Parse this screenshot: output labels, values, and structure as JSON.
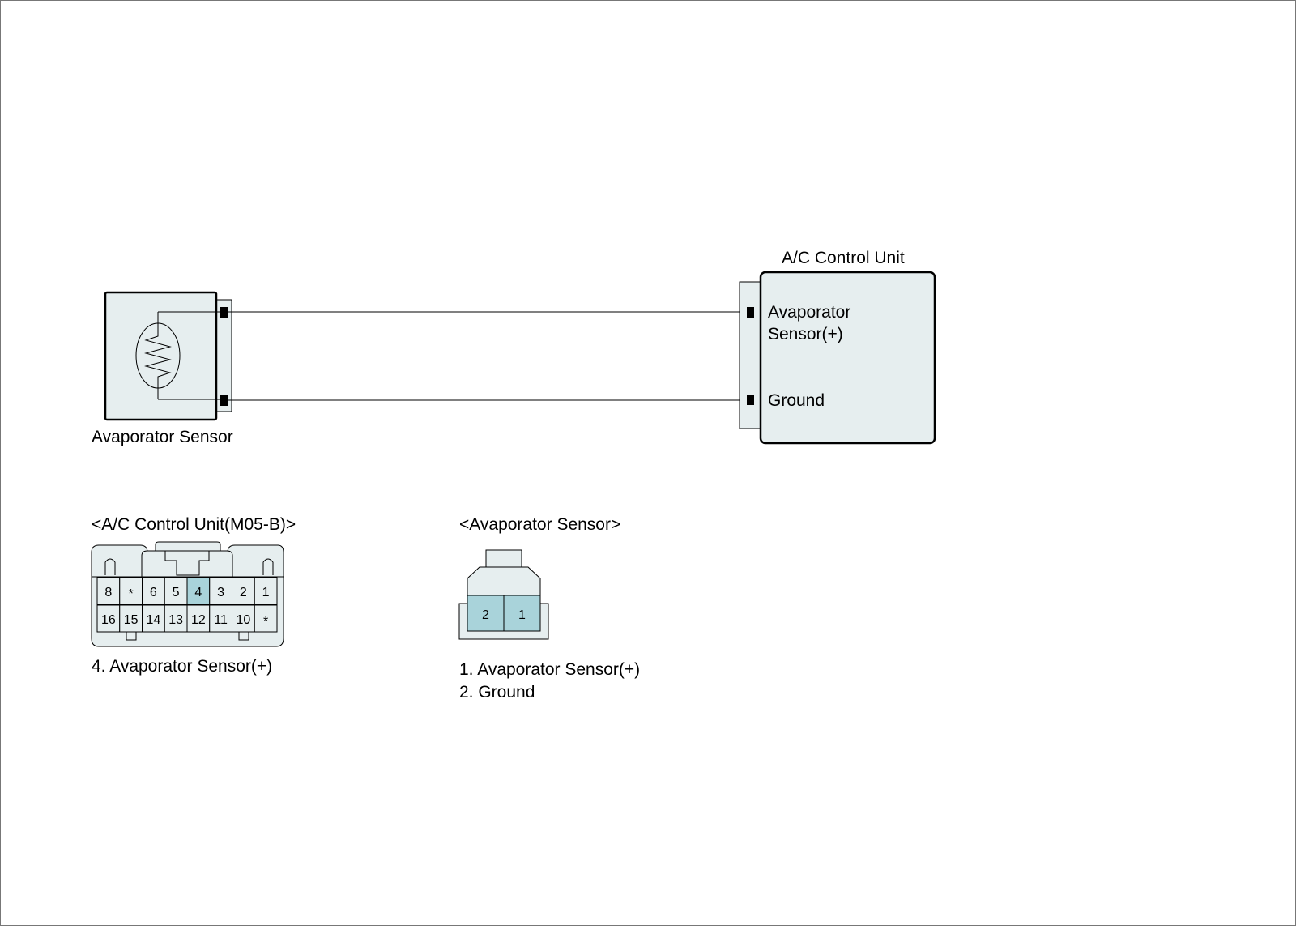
{
  "colors": {
    "body_fill": "#e6eeef",
    "pin_highlight": "#a9d3da",
    "line": "#000000",
    "background": "#ffffff"
  },
  "sensor": {
    "label": "Avaporator Sensor"
  },
  "control_unit": {
    "title": "A/C Control Unit",
    "pin_sensor_plus_line1": "Avaporator",
    "pin_sensor_plus_line2": "Sensor(+)",
    "pin_ground": "Ground"
  },
  "connector_m05b": {
    "title": "<A/C Control Unit(M05-B)>",
    "top_row": [
      "8",
      "*",
      "6",
      "5",
      "4",
      "3",
      "2",
      "1"
    ],
    "bottom_row": [
      "16",
      "15",
      "14",
      "13",
      "12",
      "11",
      "10",
      "*"
    ],
    "highlighted_pins": [
      "4"
    ],
    "legend": [
      "4. Avaporator Sensor(+)"
    ]
  },
  "connector_sensor": {
    "title": "<Avaporator Sensor>",
    "pins": [
      "2",
      "1"
    ],
    "highlighted_pins": [
      "2",
      "1"
    ],
    "legend": [
      "1. Avaporator Sensor(+)",
      "2. Ground"
    ]
  }
}
